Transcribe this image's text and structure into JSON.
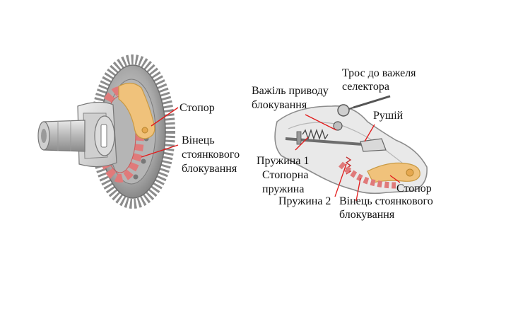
{
  "left_figure": {
    "stopper_label": "Стопор",
    "ring_label": [
      "Вінець",
      "стоянкового",
      "блокування"
    ]
  },
  "right_figure": {
    "cable_label": [
      "Трос до важеля",
      "селектора"
    ],
    "lever_label": [
      "Важіль приводу",
      "блокування"
    ],
    "slider_label": "Рушій",
    "spring1_label": "Пружина 1",
    "stop_spring_label": [
      "Стопорна",
      "пружина"
    ],
    "spring2_label": "Пружина 2",
    "stopper_label": "Стопор",
    "ring_label": [
      "Вінець стоянкового",
      "блокування"
    ]
  },
  "colors": {
    "gear_gray": "#9a9a9a",
    "stopper_orange": "#f0c27b",
    "lock_ring_red": "#e07a7a",
    "leader_red": "#e21b1b",
    "label_text": "#111111"
  }
}
